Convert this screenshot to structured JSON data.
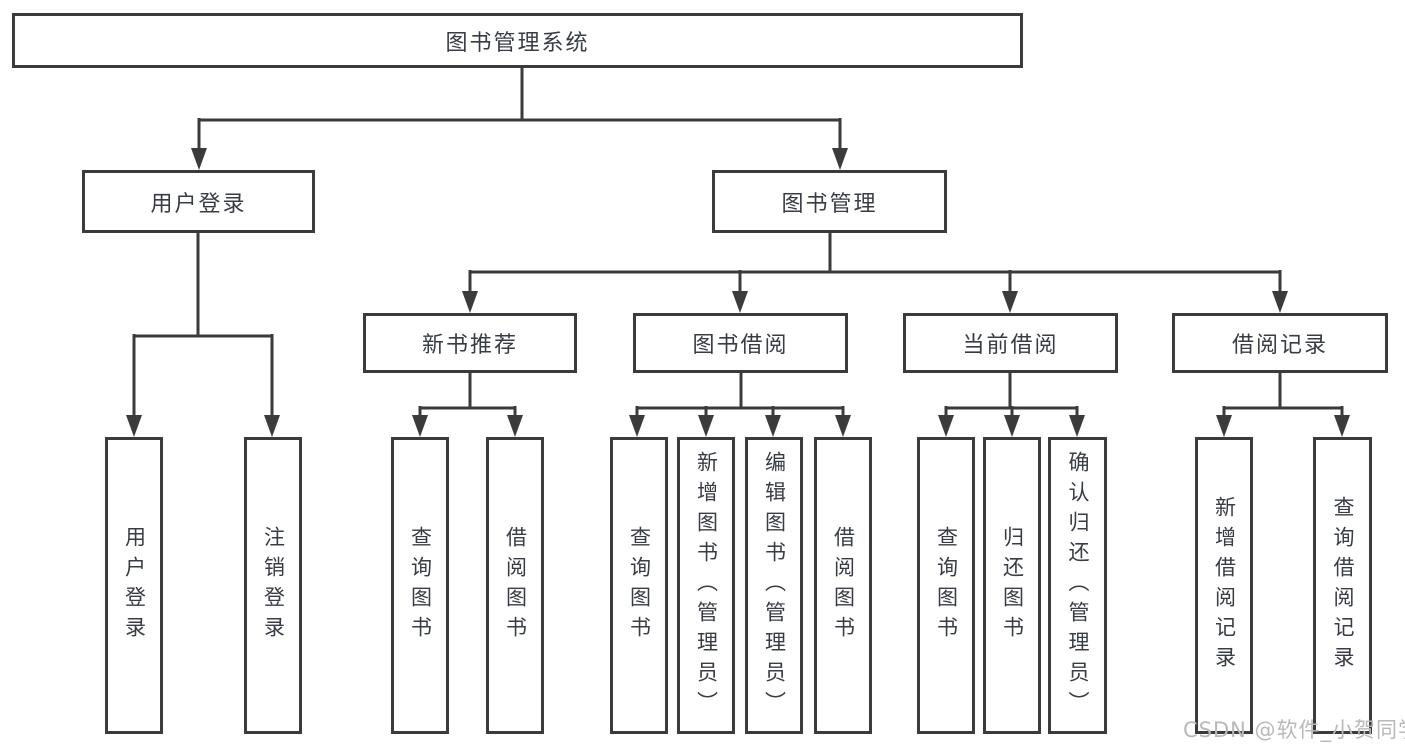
{
  "diagram": {
    "title": "图书管理系统",
    "root": {
      "label": "图书管理系统"
    },
    "level2": [
      {
        "label": "用户登录"
      },
      {
        "label": "图书管理"
      }
    ],
    "level3": [
      {
        "label": "新书推荐"
      },
      {
        "label": "图书借阅"
      },
      {
        "label": "当前借阅"
      },
      {
        "label": "借阅记录"
      }
    ],
    "leaves": [
      {
        "label": "用户登录",
        "parent": "用户登录"
      },
      {
        "label": "注销登录",
        "parent": "用户登录"
      },
      {
        "label": "查询图书",
        "parent": "新书推荐"
      },
      {
        "label": "借阅图书",
        "parent": "新书推荐"
      },
      {
        "label": "查询图书",
        "parent": "图书借阅"
      },
      {
        "label": "新增图书（管理员）",
        "parent": "图书借阅"
      },
      {
        "label": "编辑图书（管理员）",
        "parent": "图书借阅"
      },
      {
        "label": "借阅图书",
        "parent": "图书借阅"
      },
      {
        "label": "查询图书",
        "parent": "当前借阅"
      },
      {
        "label": "归还图书",
        "parent": "当前借阅"
      },
      {
        "label": "确认归还（管理员）",
        "parent": "当前借阅"
      },
      {
        "label": "新增借阅记录",
        "parent": "借阅记录"
      },
      {
        "label": "查询借阅记录",
        "parent": "借阅记录"
      }
    ],
    "colors": {
      "line": "#3b3b3b",
      "text": "#383c44",
      "background": "#ffffff"
    }
  },
  "watermark": {
    "text": "CSDN @软件_小贺同学",
    "color": "#b9b9b9"
  }
}
